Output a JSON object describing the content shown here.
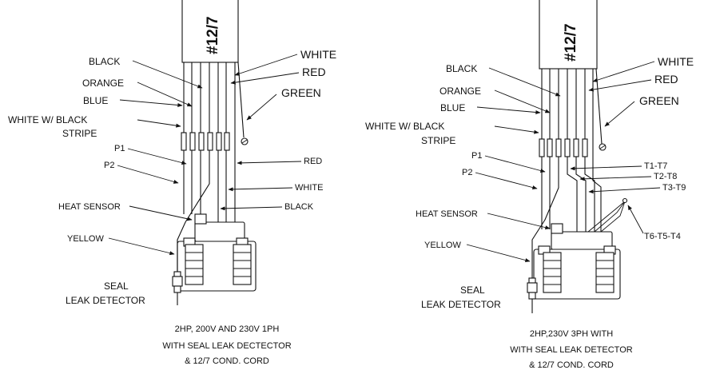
{
  "left": {
    "cord": "#12/7",
    "labels": {
      "white": "WHITE",
      "red": "RED",
      "green": "GREEN",
      "black": "BLACK",
      "orange": "ORANGE",
      "blue": "BLUE",
      "white_stripe_1": "WHITE W/ BLACK",
      "white_stripe_2": "STRIPE",
      "p1": "P1",
      "p2": "P2",
      "red2": "RED",
      "white2": "WHITE",
      "black2": "BLACK",
      "heat_sensor": "HEAT SENSOR",
      "yellow": "YELLOW",
      "seal_1": "SEAL",
      "seal_2": "LEAK DETECTOR"
    },
    "caption": [
      "2HP, 200V AND 230V 1PH",
      "WITH SEAL LEAK DECTECTOR",
      "& 12/7 COND. CORD"
    ]
  },
  "right": {
    "cord": "#12/7",
    "labels": {
      "white": "WHITE",
      "red": "RED",
      "green": "GREEN",
      "black": "BLACK",
      "orange": "ORANGE",
      "blue": "BLUE",
      "white_stripe_1": "WHITE W/ BLACK",
      "white_stripe_2": "STRIPE",
      "p1": "P1",
      "p2": "P2",
      "t1": "T1-T7",
      "t2": "T2-T8",
      "t3": "T3-T9",
      "t6": "T6-T5-T4",
      "heat_sensor": "HEAT SENSOR",
      "yellow": "YELLOW",
      "seal_1": "SEAL",
      "seal_2": "LEAK DETECTOR"
    },
    "caption": [
      "2HP,230V 3PH WITH",
      "WITH SEAL LEAK DETECTOR",
      "& 12/7 COND. CORD"
    ]
  }
}
